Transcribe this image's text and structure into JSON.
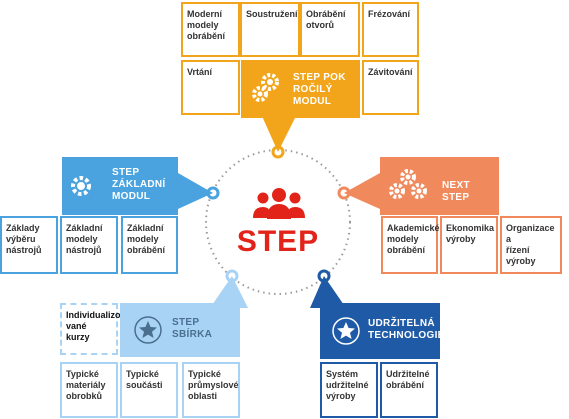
{
  "center": {
    "title": "STEP"
  },
  "pokrocily": {
    "title_lines": [
      "STEP POK",
      "ROČILÝ",
      "MODUL"
    ],
    "items": [
      [
        "Moderní",
        "modely",
        "obrábění"
      ],
      [
        "Soustružení"
      ],
      [
        "Obrábění",
        "otvorů"
      ],
      [
        "Frézování"
      ],
      [
        "Vrtání"
      ],
      [
        "Závitování"
      ]
    ]
  },
  "zakladni": {
    "title_lines": [
      "STEP",
      "ZÁKLADNÍ",
      "MODUL"
    ],
    "items": [
      [
        "Základy",
        "výběru",
        "nástrojů"
      ],
      [
        "Základní",
        "modely",
        "nástrojů"
      ],
      [
        "Základní",
        "modely",
        "obrábění"
      ]
    ]
  },
  "next": {
    "title_lines": [
      "NEXT STEP"
    ],
    "items": [
      [
        "Akademické",
        "modely",
        "obrábění"
      ],
      [
        "Ekonomika",
        "výroby"
      ],
      [
        "Organizace a",
        "řízení výroby"
      ]
    ]
  },
  "sbirka": {
    "title_lines": [
      "STEP",
      "SBÍRKA"
    ],
    "individual": [
      "Individualizo-",
      "vané kurzy"
    ],
    "items": [
      [
        "Typické",
        "materiály",
        "obrobků"
      ],
      [
        "Typické",
        "součásti"
      ],
      [
        "Typické",
        "průmyslové",
        "oblasti"
      ]
    ]
  },
  "udrzitelna": {
    "title_lines": [
      "UDRŽITELNÁ",
      "TECHNOLOGIE"
    ],
    "items": [
      [
        "Systém",
        "udržitelné",
        "výroby"
      ],
      [
        "Udržitelné",
        "obrábění"
      ]
    ]
  },
  "colors": {
    "orange": "#f2a51a",
    "blue": "#4aa3df",
    "coral": "#f08a5d",
    "light_blue": "#a9d3f5",
    "dark_blue": "#1f5aa6",
    "red": "#e2231a",
    "ring": "#9a9a9a"
  }
}
